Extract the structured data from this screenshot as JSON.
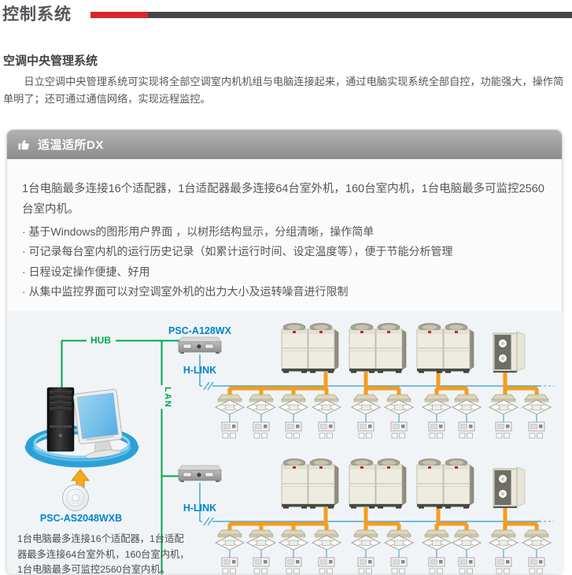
{
  "page": {
    "title": "控制系统",
    "section_heading": "空调中央管理系统",
    "intro": "日立空调中央管理系统可实现将全部空调室内机机组与电脑连接起来，通过电脑实现系统全部自控，功能强大，操作简单明了；还可通过通信网络，实现远程监控。"
  },
  "panel": {
    "header": {
      "title": "适温适所DX",
      "icon": "thumbs-up-icon"
    },
    "summary": "1台电脑最多连接16个适配器，1台适配器最多连接64台室外机，160台室内机，1台电脑最多可监控2560台室内机。",
    "features": [
      "· 基于Windows的图形用户界面 ，以树形结构显示，分组清晰，操作简单",
      "· 可记录每台室内机的运行历史记录（如累计运行时间、设定温度等），便于节能分析管理",
      "· 日程设定操作便捷、好用",
      "· 从集中监控界面可以对空调室外机的出力大小及运转噪音进行限制"
    ]
  },
  "diagram": {
    "labels": {
      "hub": "HUB",
      "lan": "LAN",
      "adapter_model": "PSC-A128WX",
      "hlink": "H-LINK",
      "software_model": "PSC-AS2048WXB"
    },
    "caption": "1台电脑最多连接16个适配器，1台适配器最多连接64台室外机，160台室内机，1台电脑最多可监控2560台室内机。",
    "colors": {
      "lan_line_green": "#00a651",
      "hlink_line_blue": "#4fa8d8",
      "refrigerant_line_orange": "#f59d1e",
      "label_blue": "#0084cc"
    }
  },
  "colors": {
    "accent_red": "#d8262c",
    "rule_dark": "#464649",
    "panel_header_gray": "#9c9c9c"
  }
}
